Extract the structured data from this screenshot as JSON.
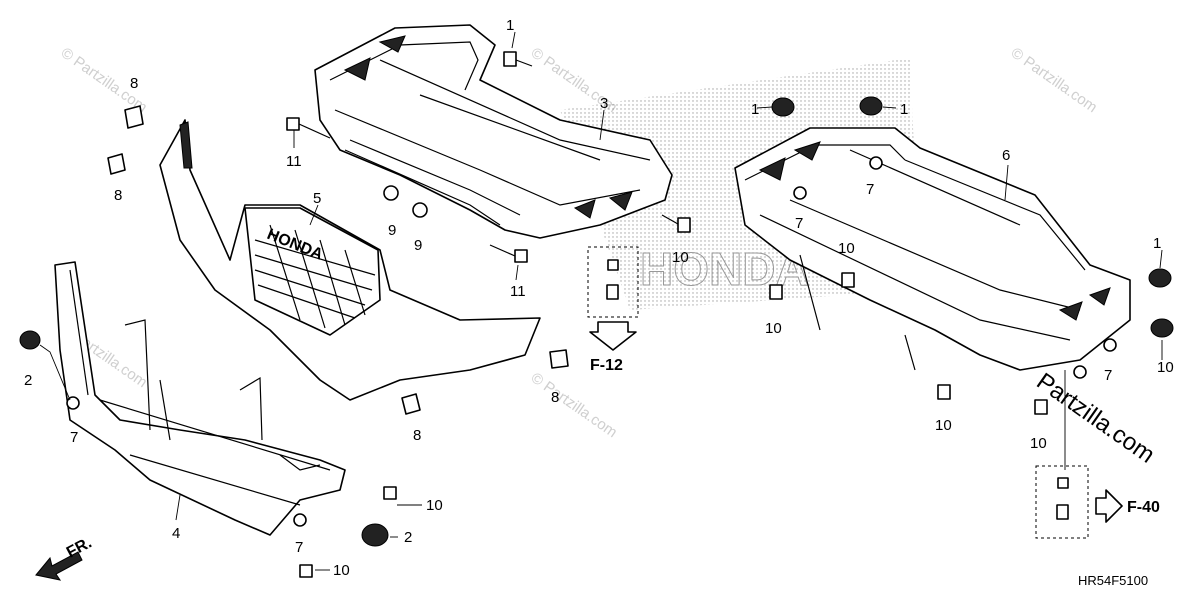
{
  "diagram": {
    "code": "HR54F5100",
    "front_label": "FR.",
    "refs": {
      "f12": "F-12",
      "f40": "F-40"
    },
    "watermark": "© Partzilla.com",
    "watermark_big": "Partzilla.com",
    "grille_brand": "HONDA",
    "callouts": [
      {
        "id": "c1a",
        "text": "1"
      },
      {
        "id": "c1b",
        "text": "1"
      },
      {
        "id": "c1c",
        "text": "1"
      },
      {
        "id": "c1d",
        "text": "1"
      },
      {
        "id": "c2a",
        "text": "2"
      },
      {
        "id": "c2b",
        "text": "2"
      },
      {
        "id": "c3",
        "text": "3"
      },
      {
        "id": "c4",
        "text": "4"
      },
      {
        "id": "c5",
        "text": "5"
      },
      {
        "id": "c6",
        "text": "6"
      },
      {
        "id": "c7a",
        "text": "7"
      },
      {
        "id": "c7b",
        "text": "7"
      },
      {
        "id": "c7c",
        "text": "7"
      },
      {
        "id": "c7d",
        "text": "7"
      },
      {
        "id": "c7e",
        "text": "7"
      },
      {
        "id": "c8a",
        "text": "8"
      },
      {
        "id": "c8b",
        "text": "8"
      },
      {
        "id": "c8c",
        "text": "8"
      },
      {
        "id": "c8d",
        "text": "8"
      },
      {
        "id": "c9a",
        "text": "9"
      },
      {
        "id": "c9b",
        "text": "9"
      },
      {
        "id": "c10a",
        "text": "10"
      },
      {
        "id": "c10b",
        "text": "10"
      },
      {
        "id": "c10c",
        "text": "10"
      },
      {
        "id": "c10d",
        "text": "10"
      },
      {
        "id": "c10e",
        "text": "10"
      },
      {
        "id": "c10f",
        "text": "10"
      },
      {
        "id": "c10g",
        "text": "10"
      },
      {
        "id": "c10h",
        "text": "10"
      },
      {
        "id": "c11a",
        "text": "11"
      },
      {
        "id": "c11b",
        "text": "11"
      }
    ]
  }
}
